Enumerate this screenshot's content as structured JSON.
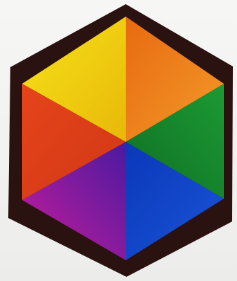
{
  "image": {
    "background_color": "#f2f2f0",
    "frame_color": "#2a1210",
    "segments": [
      {
        "name": "yellow",
        "color": "#f2d20a"
      },
      {
        "name": "orange",
        "color": "#ee7a12"
      },
      {
        "name": "green",
        "color": "#178a2c"
      },
      {
        "name": "blue",
        "color": "#1040c0"
      },
      {
        "name": "purple",
        "color": "#7a1aa8"
      },
      {
        "name": "red",
        "color": "#e04418"
      }
    ]
  }
}
